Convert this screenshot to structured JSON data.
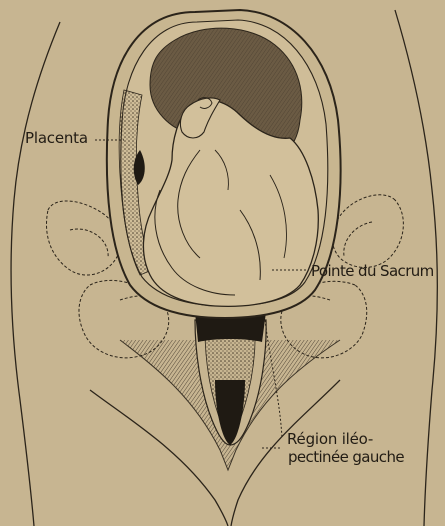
{
  "labels": {
    "placenta": "Placenta",
    "pointe_sacrum": "Pointe du Sacrum",
    "region_line1": "Région iléo-",
    "region_line2": "pectinée gauche"
  },
  "colors": {
    "paper": "#c7b591",
    "ink": "#2b241a",
    "fetus_fill": "#d2c09b",
    "hair": "#6b5b44"
  }
}
